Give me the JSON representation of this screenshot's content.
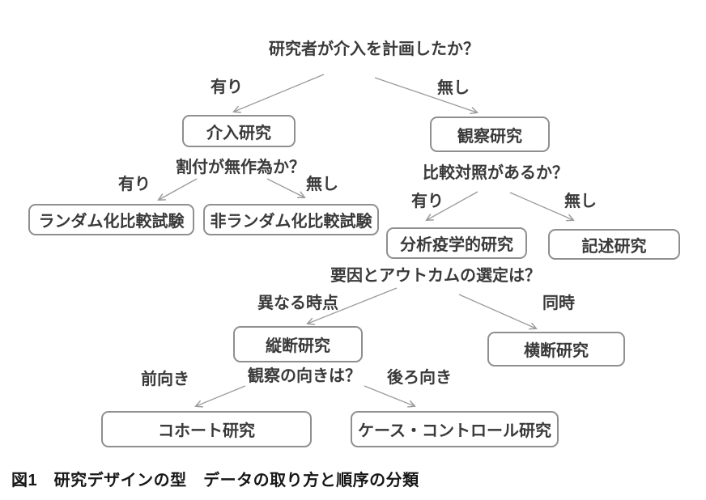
{
  "diagram": {
    "q_intervention_planned": "研究者が介入を計画したか？",
    "q_random_allocation": "割付が無作為か？",
    "q_has_control": "比較対照があるか？",
    "q_factor_outcome_timing": "要因とアウトカムの選定は？",
    "q_observation_direction": "観察の向きは？",
    "label_yes": "有り",
    "label_no": "無し",
    "label_different_time": "異なる時点",
    "label_same_time": "同時",
    "label_prospective": "前向き",
    "label_retrospective": "後ろ向き",
    "node_intervention_study": "介入研究",
    "node_observational_study": "観察研究",
    "node_rct": "ランダム化比較試験",
    "node_non_rct": "非ランダム化比較試験",
    "node_analytical_epi": "分析疫学的研究",
    "node_descriptive": "記述研究",
    "node_longitudinal": "縦断研究",
    "node_cross_sectional": "横断研究",
    "node_cohort": "コホート研究",
    "node_case_control": "ケース・コントロール研究"
  },
  "caption": "図1　研究デザインの型　データの取り方と順序の分類",
  "colors": {
    "box_border": "#8f8f8f",
    "diagram_text": "#3a3a3a",
    "arrow": "#9a9a9a",
    "caption_text": "#171717"
  }
}
